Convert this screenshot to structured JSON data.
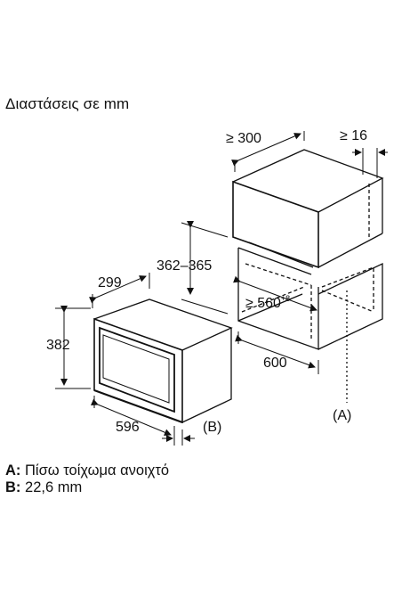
{
  "title": "Διαστάσεις σε mm",
  "dimensions": {
    "depth_min": "≥ 300",
    "gap_min": "≥ 16",
    "niche_height": "362–365",
    "niche_depth_min": "≥ 560",
    "niche_depth_tolerance": "+8",
    "niche_width": "600",
    "appliance_depth": "299",
    "appliance_height": "382",
    "appliance_width": "596",
    "marker_a": "(A)",
    "marker_b": "(B)"
  },
  "legend": [
    {
      "key": "A:",
      "text": "Πίσω τοίχωμα ανοιχτό"
    },
    {
      "key": "B:",
      "text": "22,6 mm"
    }
  ]
}
